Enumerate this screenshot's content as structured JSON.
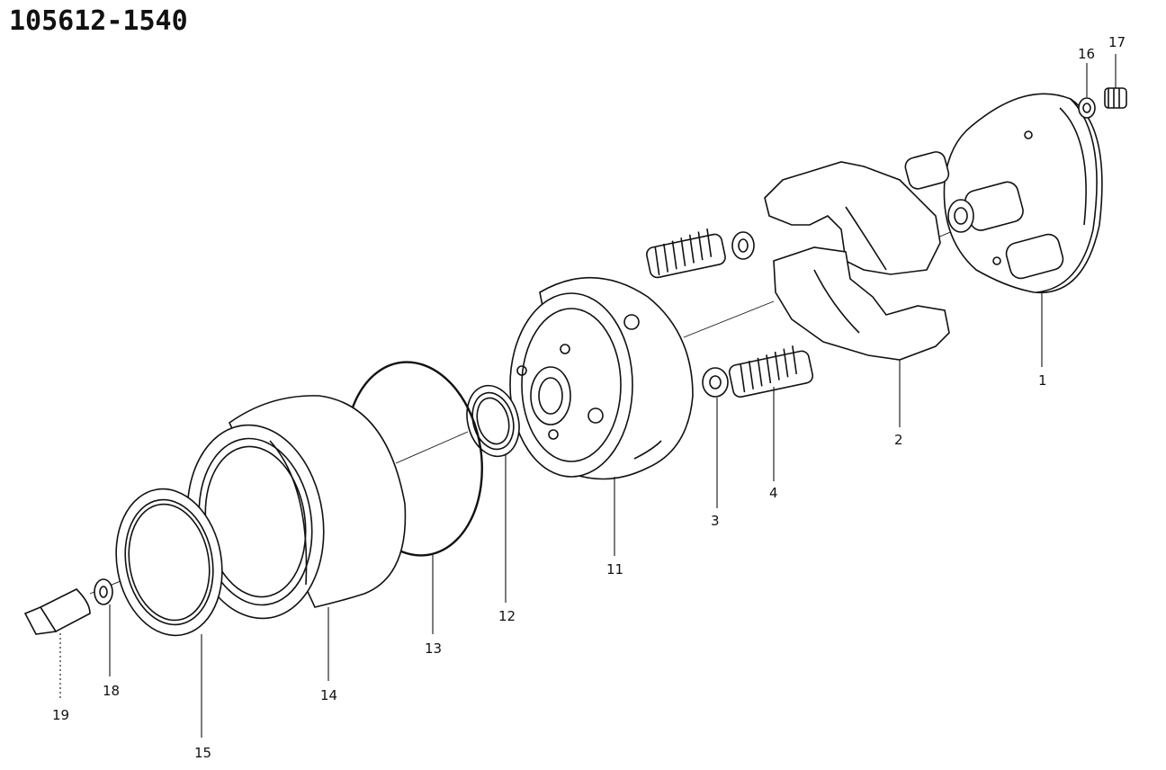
{
  "diagram": {
    "part_number": "105612-1540",
    "callouts": [
      "1",
      "2",
      "3",
      "4",
      "11",
      "12",
      "13",
      "14",
      "15",
      "16",
      "17",
      "18",
      "19"
    ]
  }
}
